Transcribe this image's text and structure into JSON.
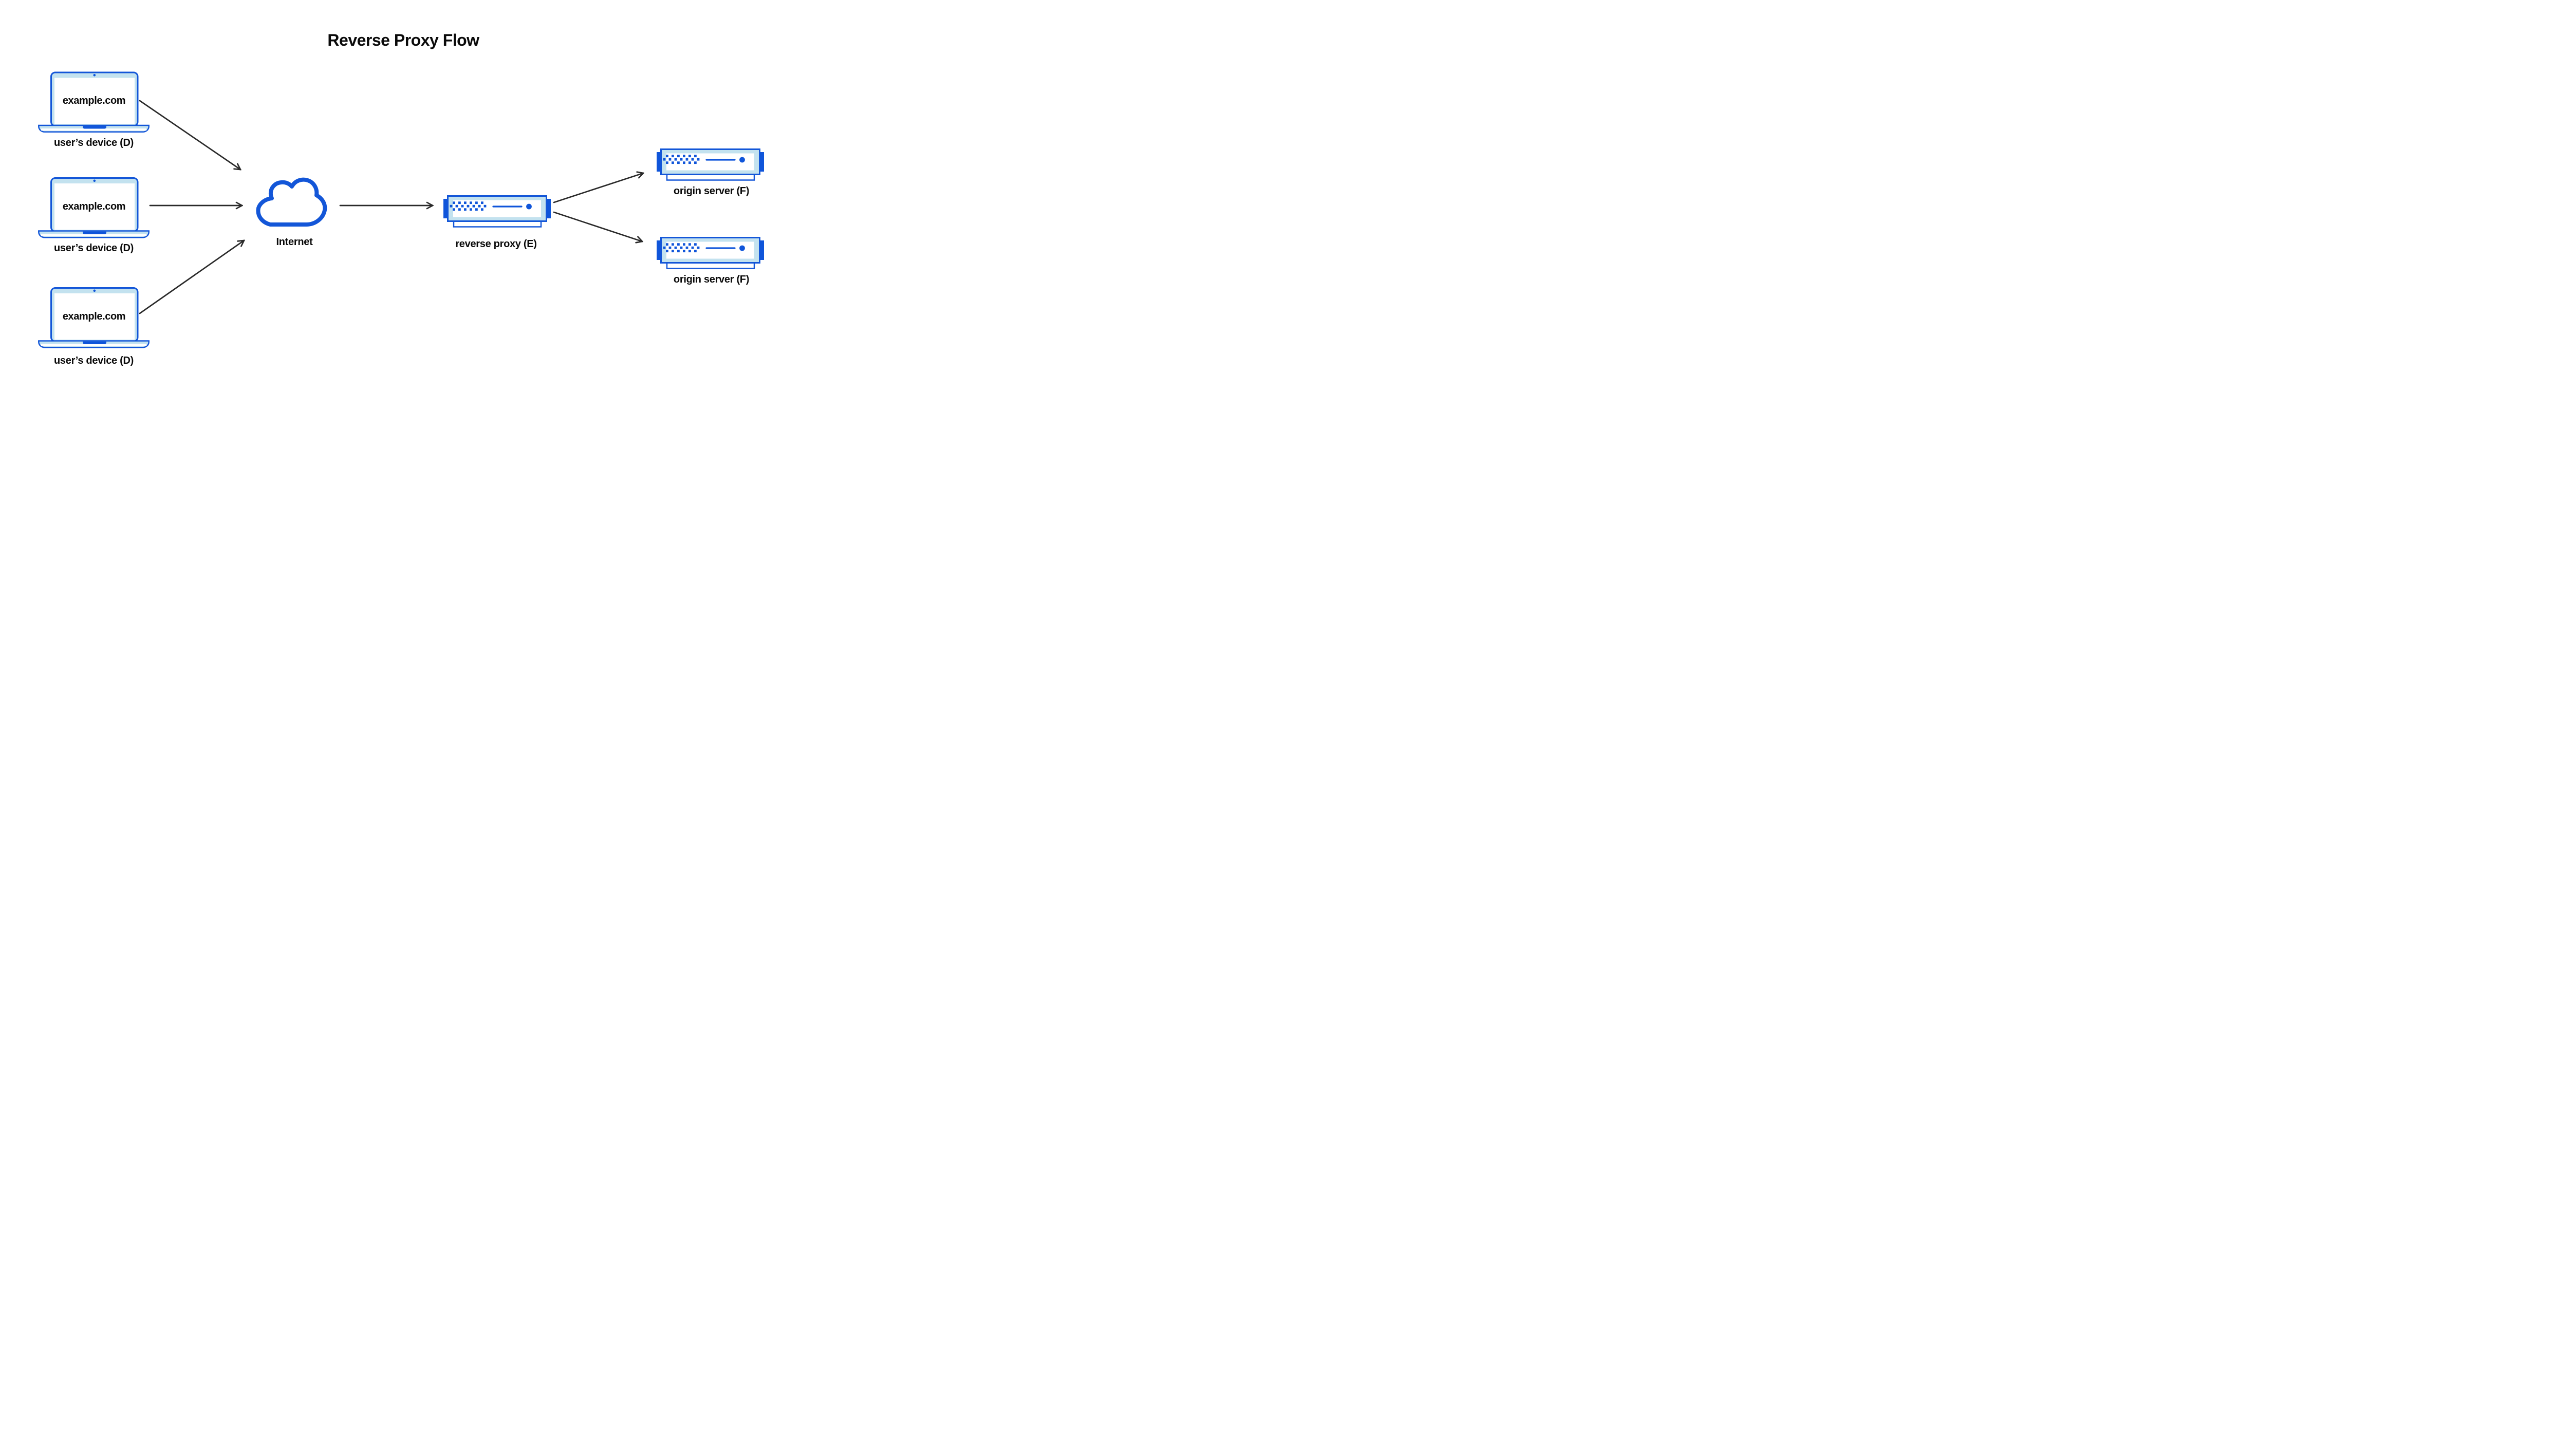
{
  "title": "Reverse Proxy Flow",
  "colors": {
    "blue": "#1356D8",
    "blue_fill": "#0F55DA",
    "light_blue": "#C3E2EF",
    "arrow": "#2A2A2A",
    "text": "#0A0A0A",
    "background": "#FFFFFF"
  },
  "icons": {
    "device": "laptop-icon",
    "internet": "cloud-icon",
    "reverse_proxy": "server-icon",
    "origin_server": "server-icon"
  },
  "nodes": {
    "devices": [
      {
        "screen_text": "example.com",
        "label": "user’s device (D)"
      },
      {
        "screen_text": "example.com",
        "label": "user’s device (D)"
      },
      {
        "screen_text": "example.com",
        "label": "user’s device (D)"
      }
    ],
    "internet": {
      "label": "Internet"
    },
    "reverse_proxy": {
      "label": "reverse proxy (E)"
    },
    "origin_servers": [
      {
        "label": "origin server (F)"
      },
      {
        "label": "origin server (F)"
      }
    ]
  },
  "edges": [
    {
      "from": "user’s device (D) 1",
      "to": "Internet"
    },
    {
      "from": "user’s device (D) 2",
      "to": "Internet"
    },
    {
      "from": "user’s device (D) 3",
      "to": "Internet"
    },
    {
      "from": "Internet",
      "to": "reverse proxy (E)"
    },
    {
      "from": "reverse proxy (E)",
      "to": "origin server (F) 1"
    },
    {
      "from": "reverse proxy (E)",
      "to": "origin server (F) 2"
    }
  ]
}
